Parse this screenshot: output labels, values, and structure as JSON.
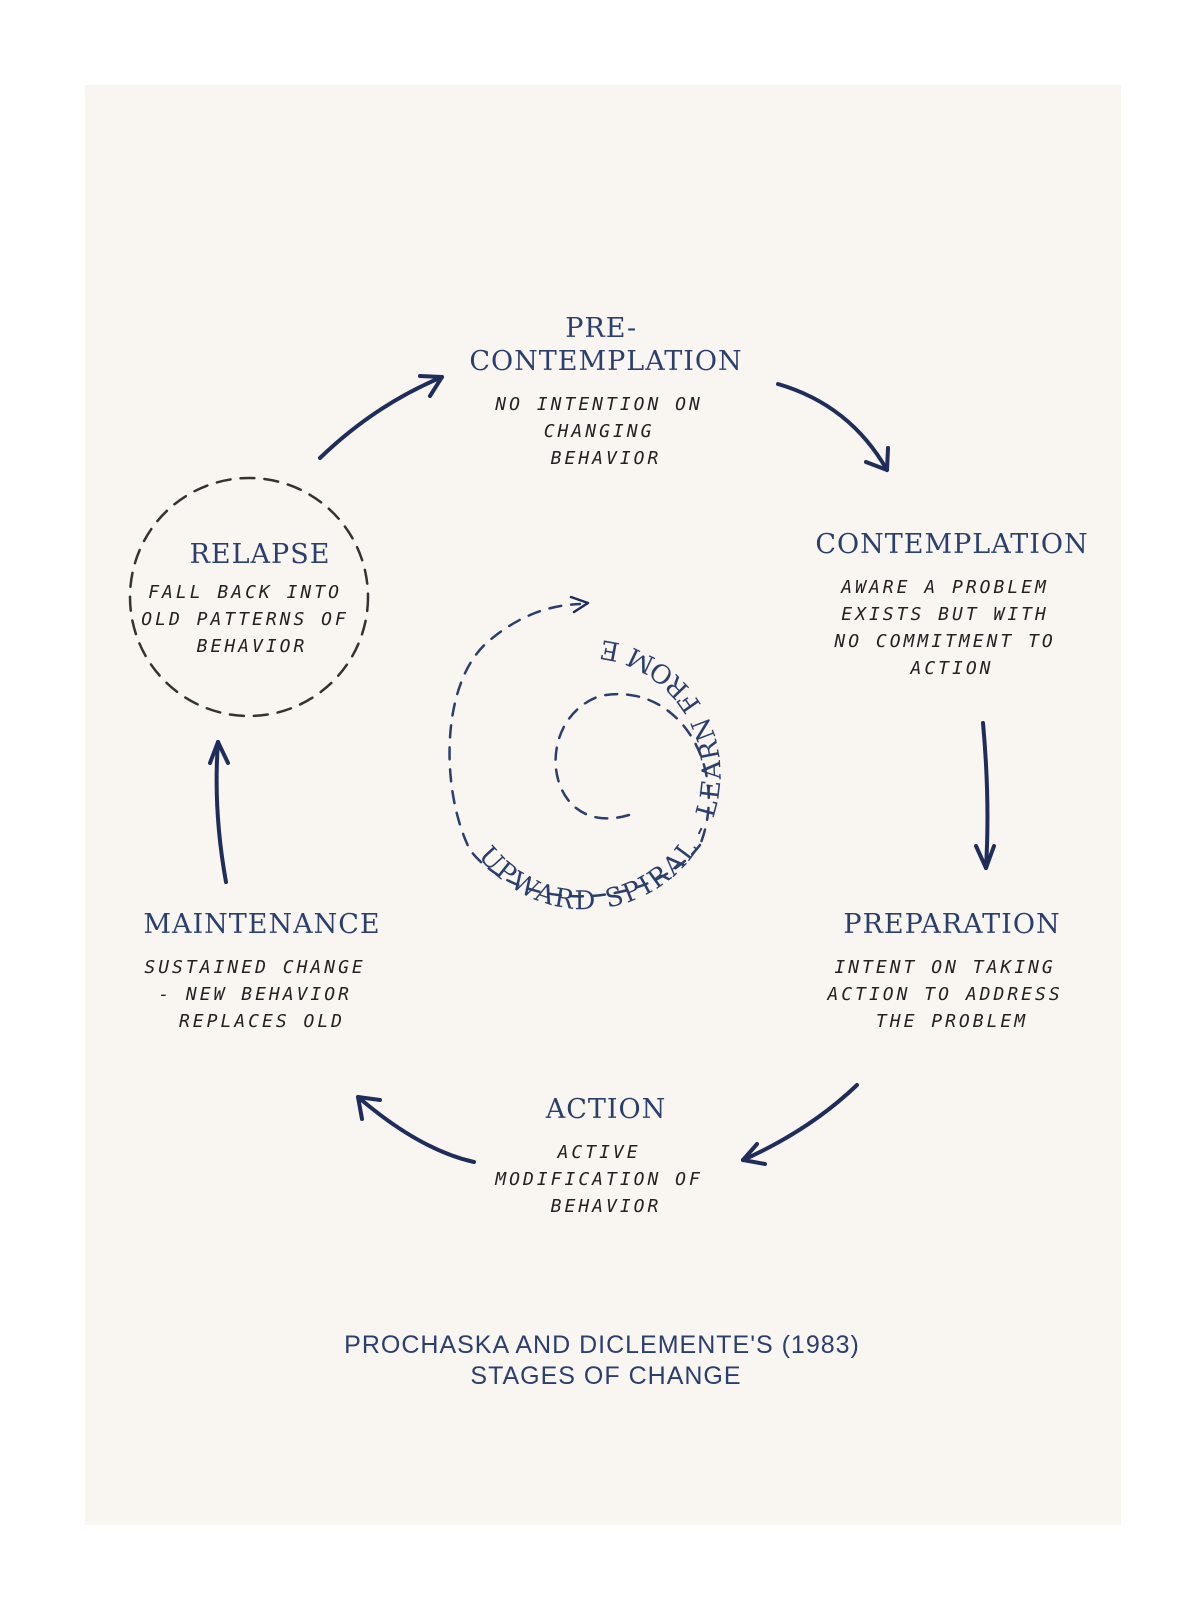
{
  "stages": {
    "precontemplation": {
      "title_lines": [
        "PRE-",
        "CONTEMPLATION"
      ],
      "desc_lines": [
        "NO INTENTION ON",
        "CHANGING",
        "BEHAVIOR"
      ]
    },
    "contemplation": {
      "title_lines": [
        "CONTEMPLATION"
      ],
      "desc_lines": [
        "AWARE A PROBLEM",
        "EXISTS BUT WITH",
        "NO COMMITMENT TO",
        "ACTION"
      ]
    },
    "preparation": {
      "title_lines": [
        "PREPARATION"
      ],
      "desc_lines": [
        "INTENT ON TAKING",
        "ACTION TO ADDRESS",
        "THE PROBLEM"
      ]
    },
    "action": {
      "title_lines": [
        "ACTION"
      ],
      "desc_lines": [
        "ACTIVE",
        "MODIFICATION OF",
        "BEHAVIOR"
      ]
    },
    "maintenance": {
      "title_lines": [
        "MAINTENANCE"
      ],
      "desc_lines": [
        "SUSTAINED CHANGE",
        "- NEW BEHAVIOR",
        "REPLACES OLD"
      ]
    },
    "relapse": {
      "title_lines": [
        "RELAPSE"
      ],
      "desc_lines": [
        "FALL BACK INTO",
        "OLD PATTERNS OF",
        "BEHAVIOR"
      ]
    }
  },
  "spiral": {
    "label": "UPWARD SPIRAL - LEARN FROM EACH RELAPSE"
  },
  "caption": {
    "lines": [
      "PROCHASKA AND DICLEMENTE'S (1983)",
      "STAGES OF CHANGE"
    ]
  },
  "colors": {
    "background": "#f9f5f0",
    "title": "#2b3f6e",
    "arrow": "#1e2d5a",
    "text": "#222222"
  }
}
